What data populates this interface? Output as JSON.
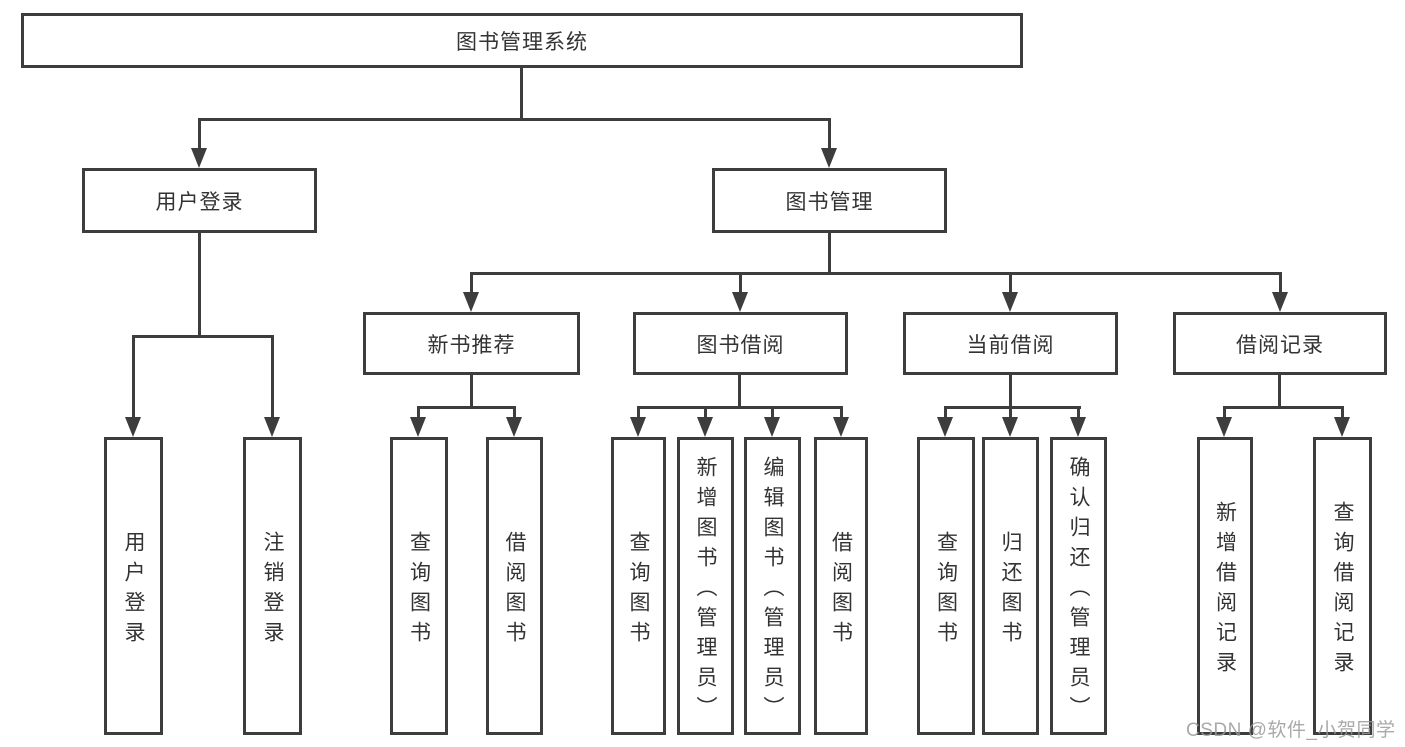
{
  "tree": {
    "root": {
      "label": "图书管理系统"
    },
    "branches": [
      {
        "label": "用户登录",
        "children": [
          {
            "label": "用户登录"
          },
          {
            "label": "注销登录"
          }
        ]
      },
      {
        "label": "图书管理",
        "children": [
          {
            "label": "新书推荐",
            "children": [
              {
                "label": "查询图书"
              },
              {
                "label": "借阅图书"
              }
            ]
          },
          {
            "label": "图书借阅",
            "children": [
              {
                "label": "查询图书"
              },
              {
                "label": "新增图书（管理员）"
              },
              {
                "label": "编辑图书（管理员）"
              },
              {
                "label": "借阅图书"
              }
            ]
          },
          {
            "label": "当前借阅",
            "children": [
              {
                "label": "查询图书"
              },
              {
                "label": "归还图书"
              },
              {
                "label": "确认归还（管理员）"
              }
            ]
          },
          {
            "label": "借阅记录",
            "children": [
              {
                "label": "新增借阅记录"
              },
              {
                "label": "查询借阅记录"
              }
            ]
          }
        ]
      }
    ]
  },
  "watermark": {
    "text": "CSDN @软件_小贺同学"
  },
  "colors": {
    "line": "#3d3d3d",
    "box_background": "#ffffff",
    "text": "#333333",
    "watermark": "#9a9a9a"
  }
}
